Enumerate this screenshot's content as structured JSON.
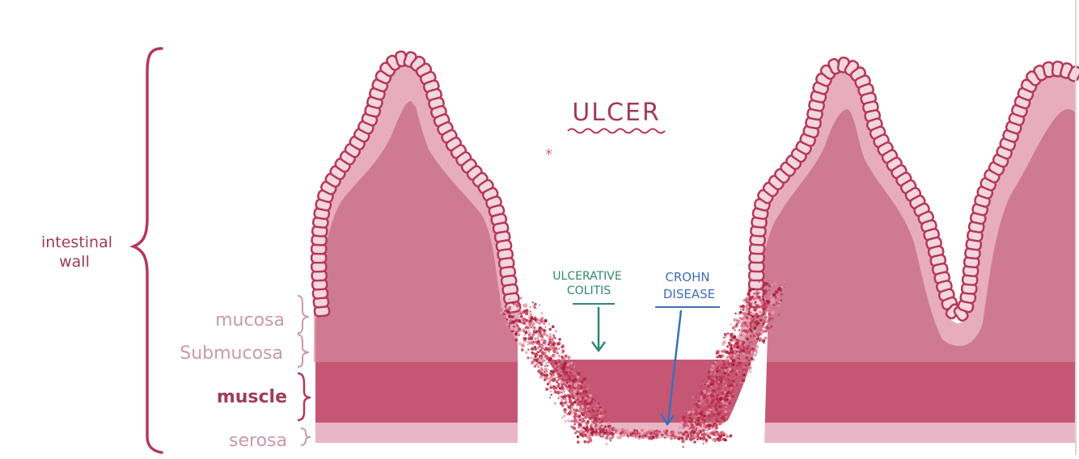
{
  "diagram": {
    "title": "ULCER",
    "wall_label_line1": "intestinal",
    "wall_label_line2": "wall",
    "layers": {
      "mucosa": "mucosa",
      "submucosa": "Submucosa",
      "muscle": "muscle",
      "serosa": "serosa"
    },
    "annotations": {
      "uc_line1": "ULCERATIVE",
      "uc_line2": "COLITIS",
      "cd_line1": "CROHN",
      "cd_line2": "DISEASE"
    },
    "colors": {
      "outline": "#b5385a",
      "mucosa_light": "#e7adbf",
      "mucosa_mid": "#cf7a93",
      "muscle": "#c55775",
      "serosa": "#e9b6c5",
      "uc_arrow": "#2e8a6a",
      "cd_arrow": "#3d6fb8",
      "title": "#a23b56",
      "muted_label": "#c99aa7"
    }
  }
}
